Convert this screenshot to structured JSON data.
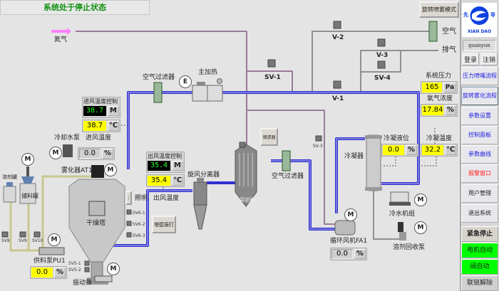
{
  "header": {
    "status_title": "系统处于停止状态",
    "mode_button": "旋转喷雾模式"
  },
  "sidebar": {
    "logo": {
      "left_char": "先",
      "right_char": "导",
      "brand": "XIAN DAO"
    },
    "user": "guanyun",
    "login": "登录",
    "logout": "注销",
    "nav": [
      {
        "label": "压力喷嘴流程",
        "color": "#2020e0"
      },
      {
        "label": "旋转雾化流程",
        "color": "#2020e0"
      },
      {
        "label": "参数设置",
        "color": "#2020e0"
      },
      {
        "label": "控制面板",
        "color": "#2020e0"
      },
      {
        "label": "参数曲线",
        "color": "#2020e0"
      },
      {
        "label": "报警窗口",
        "color": "#ff2020"
      },
      {
        "label": "用户管理",
        "color": "#222222"
      },
      {
        "label": "退出系统",
        "color": "#222222"
      }
    ],
    "controls": [
      {
        "label": "紧急停止",
        "bg": "#d8d4cc"
      },
      {
        "label": "电机自动",
        "bg": "#00ff00"
      },
      {
        "label": "阀自动",
        "bg": "#00ff00"
      },
      {
        "label": "联锁解除",
        "bg": "#d0d0d0"
      }
    ]
  },
  "labels": {
    "nitrogen": "氮气",
    "air": "空气",
    "exhaust": "排气",
    "air_filter1": "空气过滤器",
    "main_heater": "主加热",
    "e_mark": "E",
    "cooling_pump": "冷却水泵",
    "atomizer": "雾化器AT1",
    "solvent_tank": "溶剂罐",
    "feed_tank": "储料罐",
    "dryer": "干燥塔",
    "lighting": "照明",
    "feed_pump": "供料泵PU1",
    "vibrating_screen": "振动筛",
    "cyclone": "旋风分离器",
    "outlet_temp_label": "出风温度",
    "inlet_temp_label": "进风温度",
    "wall_knock": "塔壁振打",
    "steel_filter": "钢滤器",
    "bag_filter": "袋滤器",
    "air_filter2": "空气过滤器",
    "condenser": "冷凝器",
    "condense_level": "冷凝液位",
    "condense_temp": "冷凝温度",
    "system_pressure": "系统压力",
    "oxygen": "氧气浓度",
    "chiller": "冷水机组",
    "solvent_recovery": "溶剂回收泵",
    "fan": "循环风机FA1",
    "motor": "M"
  },
  "valves": {
    "v2": "V-2",
    "v3": "V-3",
    "sv4": "SV-4",
    "sv1": "SV-1",
    "v1": "V-1",
    "sv3": "SV-3",
    "sv8": "SV8",
    "sv9": "SV9",
    "sv10": "SV10",
    "sv6_1": "SV6-1",
    "sv6_2": "SV6-2",
    "sv6_3": "SV6-3",
    "sv5_1": "SV5-1",
    "sv5_2": "SV5-2"
  },
  "readouts": {
    "inlet_ctrl": {
      "title": "进风温度控制",
      "setpoint": "38.7",
      "mode": "M",
      "value": "38.7",
      "unit": "℃"
    },
    "outlet_ctrl": {
      "title": "出风温度控制",
      "setpoint": "35.4",
      "mode": "M",
      "value": "35.4",
      "unit": "℃"
    },
    "cooling_pump": {
      "value": "0.0",
      "unit": "%"
    },
    "feed_pump": {
      "value": "0.0",
      "unit": "%"
    },
    "fan": {
      "value": "0.0",
      "unit": "%"
    },
    "pressure": {
      "value": "165",
      "unit": "Pa"
    },
    "oxygen": {
      "value": "17.84",
      "unit": "%"
    },
    "level": {
      "value": "0.0",
      "unit": "%"
    },
    "cond_temp": {
      "value": "32.2",
      "unit": "℃"
    }
  },
  "colors": {
    "process_pipe": "#3030d0",
    "nitrogen_pipe": "#a080a0",
    "gas_pipe": "#909090",
    "feed_pipe": "#c8c890",
    "status_text": "#109010"
  }
}
